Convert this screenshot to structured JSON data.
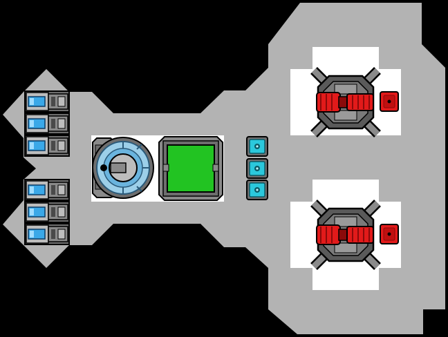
{
  "colors": {
    "background": "#000000",
    "hull": "#b3b3b3",
    "room": "#ffffff",
    "outline": "#000000",
    "metal_dark": "#4a4a4a",
    "metal_mid": "#8a8a8a",
    "metal_light": "#bdbdbd",
    "blue_glow": "#3aa8e8",
    "cyan": "#2bc8dc",
    "green_screen": "#22c322",
    "red_weapon": "#e21a1a",
    "red_dark": "#8a0a0a"
  },
  "modules": {
    "thrusters": {
      "icon": "thruster-icon",
      "count": 6
    },
    "reactor": {
      "icon": "reactor-core-icon"
    },
    "control_panel": {
      "icon": "green-screen-icon"
    },
    "shield_cells": {
      "icon": "cyan-cell-icon",
      "count": 3
    },
    "turrets": {
      "icon": "red-laser-turret-icon",
      "count": 2
    }
  }
}
